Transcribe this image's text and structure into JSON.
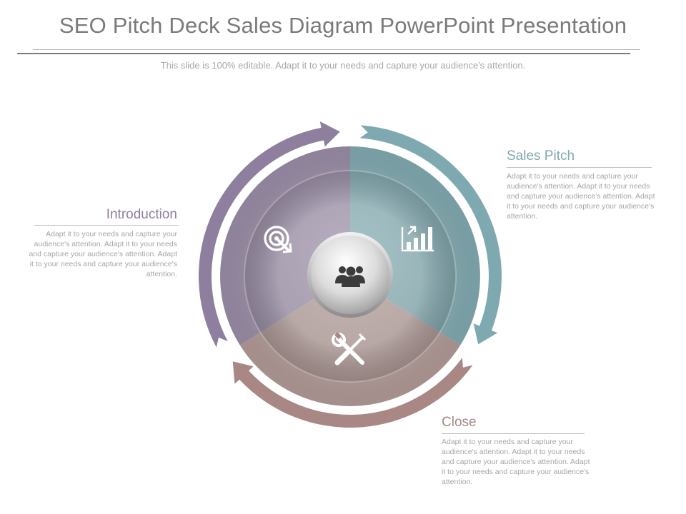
{
  "header": {
    "title": "SEO Pitch Deck Sales Diagram PowerPoint Presentation",
    "subtitle": "This slide is 100% editable. Adapt it to your needs and capture your audience's attention."
  },
  "sections": {
    "sales_pitch": {
      "heading": "Sales Pitch",
      "body": "Adapt it to your needs and capture your audience's attention. Adapt it to your needs and capture your audience's attention. Adapt it to your needs and capture your audience's attention.",
      "color": "#7ea9b0",
      "icon": "bar-chart-growth-icon"
    },
    "introduction": {
      "heading": "Introduction",
      "body": "Adapt it to your needs and capture your audience's attention. Adapt it to your needs and capture your audience's attention. Adapt it to your needs and capture your audience's attention.",
      "color": "#8f7f9f",
      "icon": "target-cursor-icon"
    },
    "close": {
      "heading": "Close",
      "body": "Adapt it to your needs and capture your audience's attention. Adapt it to your needs and capture your audience's attention. Adapt it to your needs and capture your audience's attention.",
      "color": "#a88784",
      "icon": "tools-icon"
    }
  },
  "center": {
    "icon": "team-people-icon"
  },
  "colors": {
    "purple": "#9c8ea9",
    "teal": "#82acb3",
    "mauve": "#b49c98",
    "ring_purple": "#8f7f9f",
    "ring_teal": "#7ea9b0",
    "ring_mauve": "#a88784",
    "text_gray": "#7a7a7a"
  }
}
